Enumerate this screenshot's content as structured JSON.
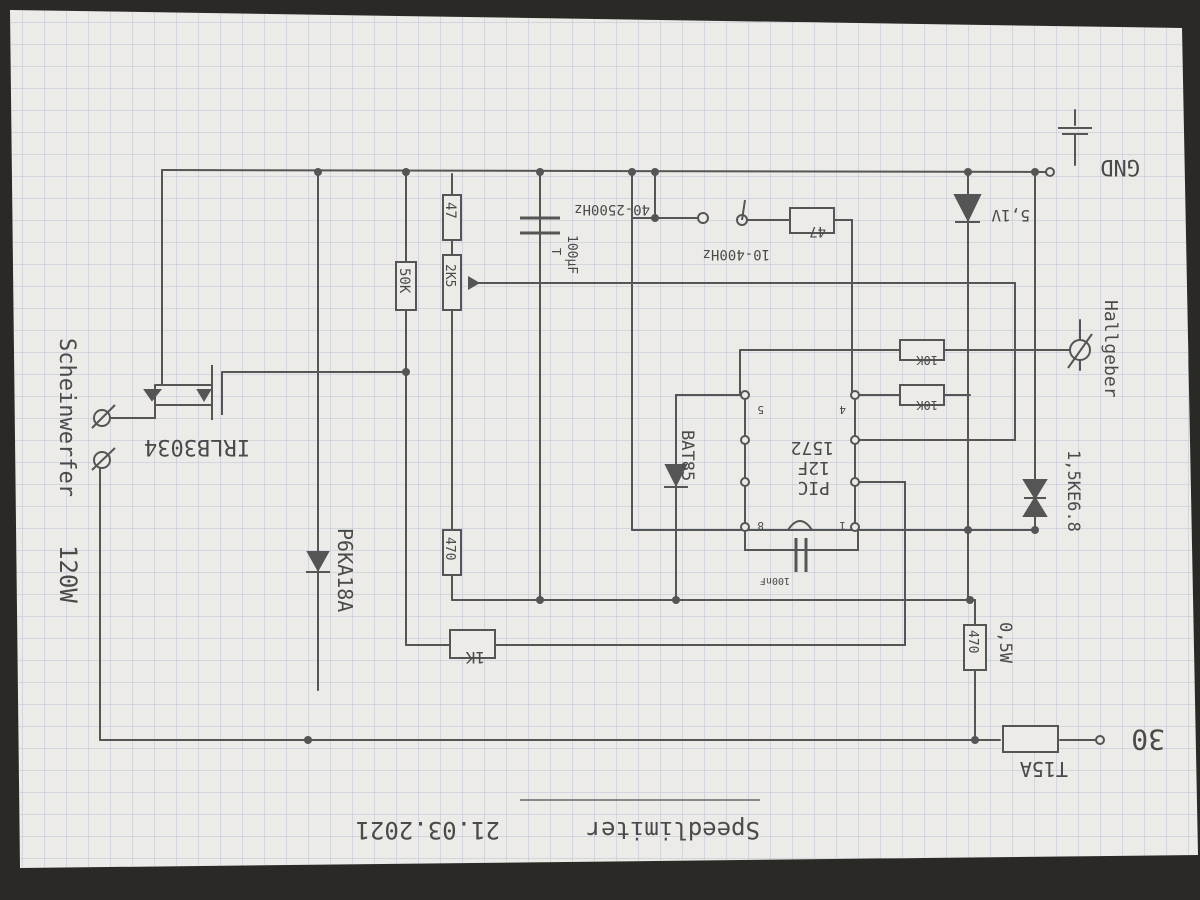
{
  "title": "Speedlimiter",
  "date": "21.03.2021",
  "labels": {
    "gnd": "GND",
    "plus30": "30",
    "hallgeber": "Hallgeber",
    "scheinwerfer": "Scheinwerfer",
    "power": "120W",
    "mosfet": "IRLB3034",
    "tvs_left": "P6KA18A",
    "tvs_right": "1,5KE6.8",
    "zener": "5,1V",
    "fuse": "T15A",
    "diode": "BAT85",
    "pic_line1": "PIC",
    "pic_line2": "12F",
    "pic_line3": "1572",
    "cap_big": "100µF",
    "cap_big_sub": "T",
    "cap_small": "100nF",
    "freq_high": "40-2500Hz",
    "freq_low": "10-400Hz",
    "r_47a": "47",
    "r_47b": "47",
    "r_2k5": "2K5",
    "r_50k": "50K",
    "r_470a": "470",
    "r_1k": "1K",
    "r_10ka": "10K",
    "r_10kb": "10K",
    "r_470b": "470",
    "r_power": "0,5W",
    "pin1": "1",
    "pin4": "4",
    "pin5": "5",
    "pin8": "8"
  },
  "colors": {
    "paper": "#ecebe8",
    "grid": "#a9b2c6",
    "ink": "#555555",
    "background": "#2b2926"
  }
}
